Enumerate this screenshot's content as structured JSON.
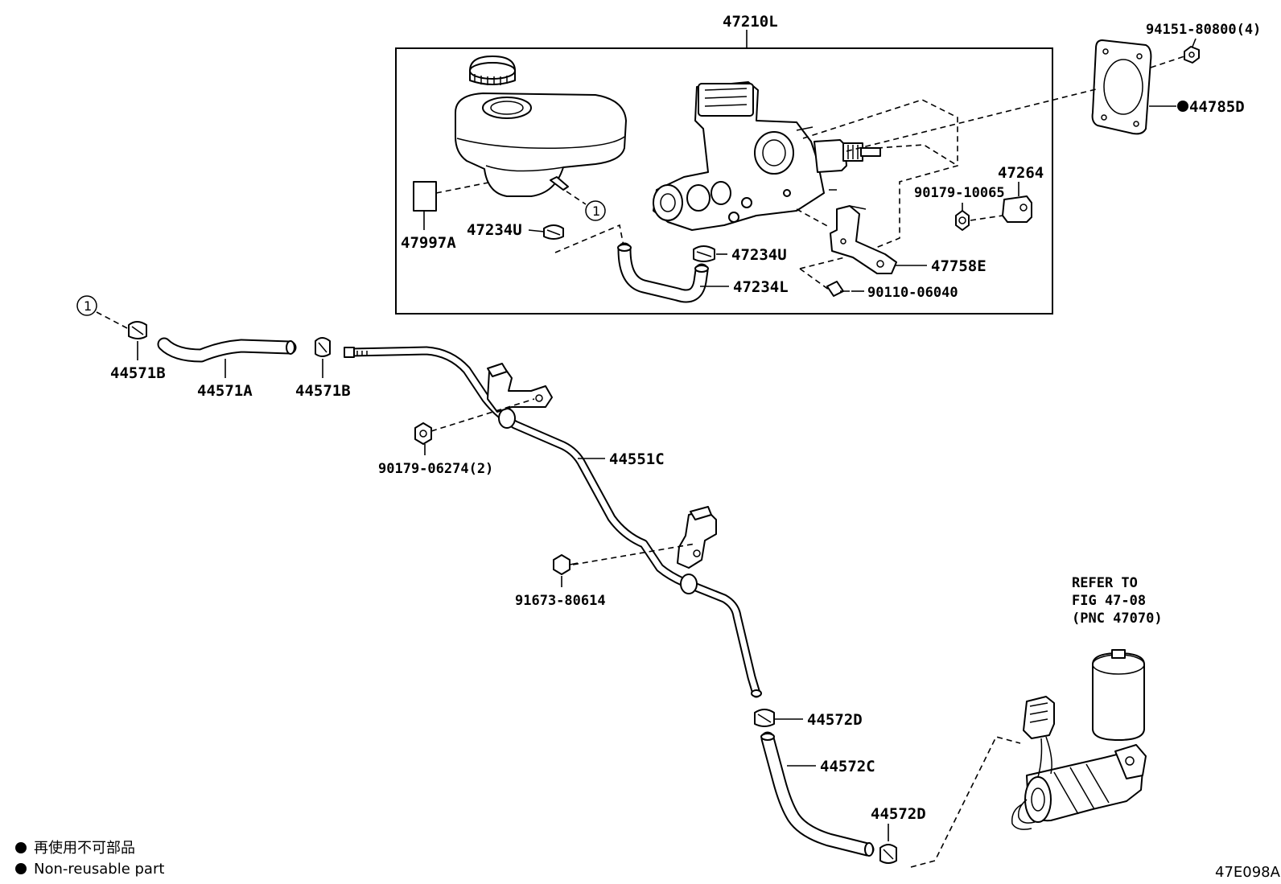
{
  "labels": {
    "l_47210L": "47210L",
    "l_94151": "94151-80800(4)",
    "l_44785D": "44785D",
    "l_47264": "47264",
    "l_90179_10065": "90179-10065",
    "l_47234U_a": "47234U",
    "l_47997A": "47997A",
    "l_47234U_b": "47234U",
    "l_47758E": "47758E",
    "l_47234L": "47234L",
    "l_90110": "90110-06040",
    "l_44571B_a": "44571B",
    "l_44571A": "44571A",
    "l_44571B_b": "44571B",
    "l_44551C": "44551C",
    "l_90179_06274": "90179-06274(2)",
    "l_91673": "91673-80614",
    "l_44572D_a": "44572D",
    "l_44572C": "44572C",
    "l_44572D_b": "44572D",
    "refer_1": "REFER TO",
    "refer_2": "FIG 47-08",
    "refer_3": "(PNC 47070)",
    "ref_circle_1": "1",
    "ref_circle_2": "1"
  },
  "legend": {
    "line_jp": "再使用不可部品",
    "line_en": "Non-reusable part"
  },
  "figure_id": "47E098A"
}
